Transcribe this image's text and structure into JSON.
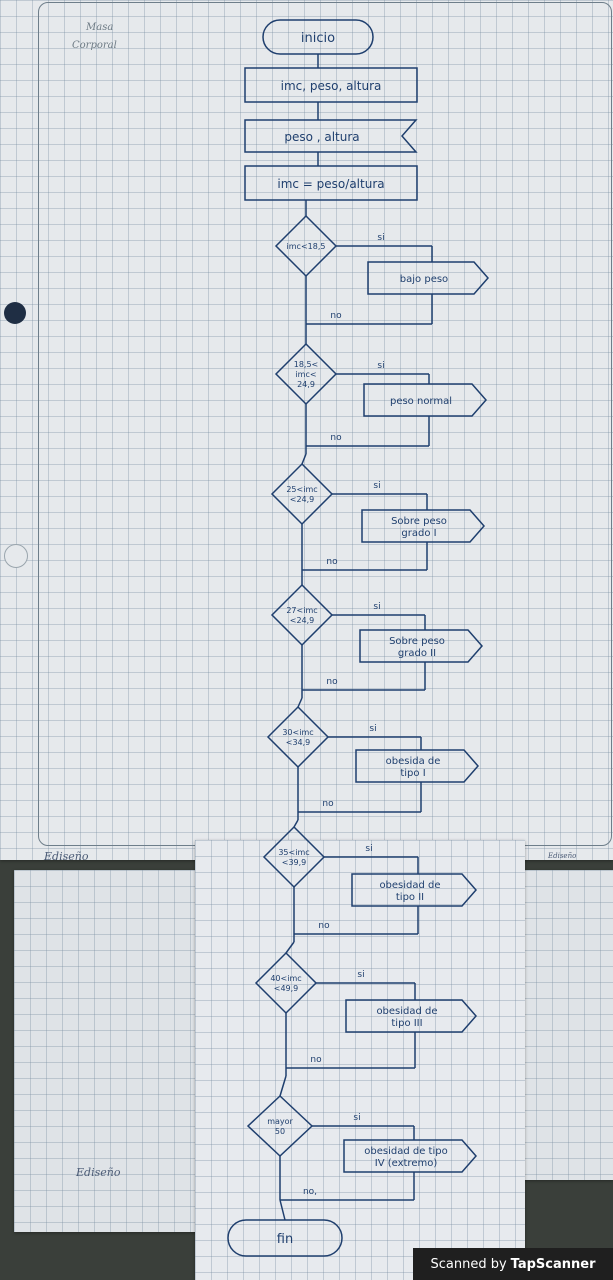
{
  "header_note": {
    "line1": "Masa",
    "line2": "Corporal"
  },
  "brand": {
    "name": "Ediseño",
    "small_mark": "Ediseño"
  },
  "scanner": {
    "prefix": "Scanned by",
    "name": "TapScanner"
  },
  "flowchart": {
    "start": "inicio",
    "declare": "imc, peso, altura",
    "input": "peso , altura",
    "process": "imc = peso/altura",
    "decisions": [
      {
        "cond": [
          "imc<18,5"
        ],
        "yes": "si",
        "no": "no",
        "output": [
          "bajo peso"
        ]
      },
      {
        "cond": [
          "18,5<",
          "imc<",
          "24,9"
        ],
        "yes": "si",
        "no": "no",
        "output": [
          "peso normal"
        ]
      },
      {
        "cond": [
          "25<imc",
          "<24,9"
        ],
        "yes": "si",
        "no": "no",
        "output": [
          "Sobre peso",
          "grado I"
        ]
      },
      {
        "cond": [
          "27<imc",
          "<24,9"
        ],
        "yes": "si",
        "no": "no",
        "output": [
          "Sobre peso",
          "grado II"
        ]
      },
      {
        "cond": [
          "30<imc",
          "<34,9"
        ],
        "yes": "si",
        "no": "no",
        "output": [
          "obesida de",
          "tipo I"
        ]
      },
      {
        "cond": [
          "35<imc",
          "<39,9"
        ],
        "yes": "si",
        "no": "no",
        "output": [
          "obesidad de",
          "tipo II"
        ]
      },
      {
        "cond": [
          "40<imc",
          "<49,9"
        ],
        "yes": "si",
        "no": "no",
        "output": [
          "obesidad de",
          "tipo III"
        ]
      },
      {
        "cond": [
          "mayor",
          "50"
        ],
        "yes": "si",
        "no": "no,",
        "output": [
          "obesidad de tipo",
          "IV (extremo)"
        ]
      }
    ],
    "end": "fin"
  }
}
